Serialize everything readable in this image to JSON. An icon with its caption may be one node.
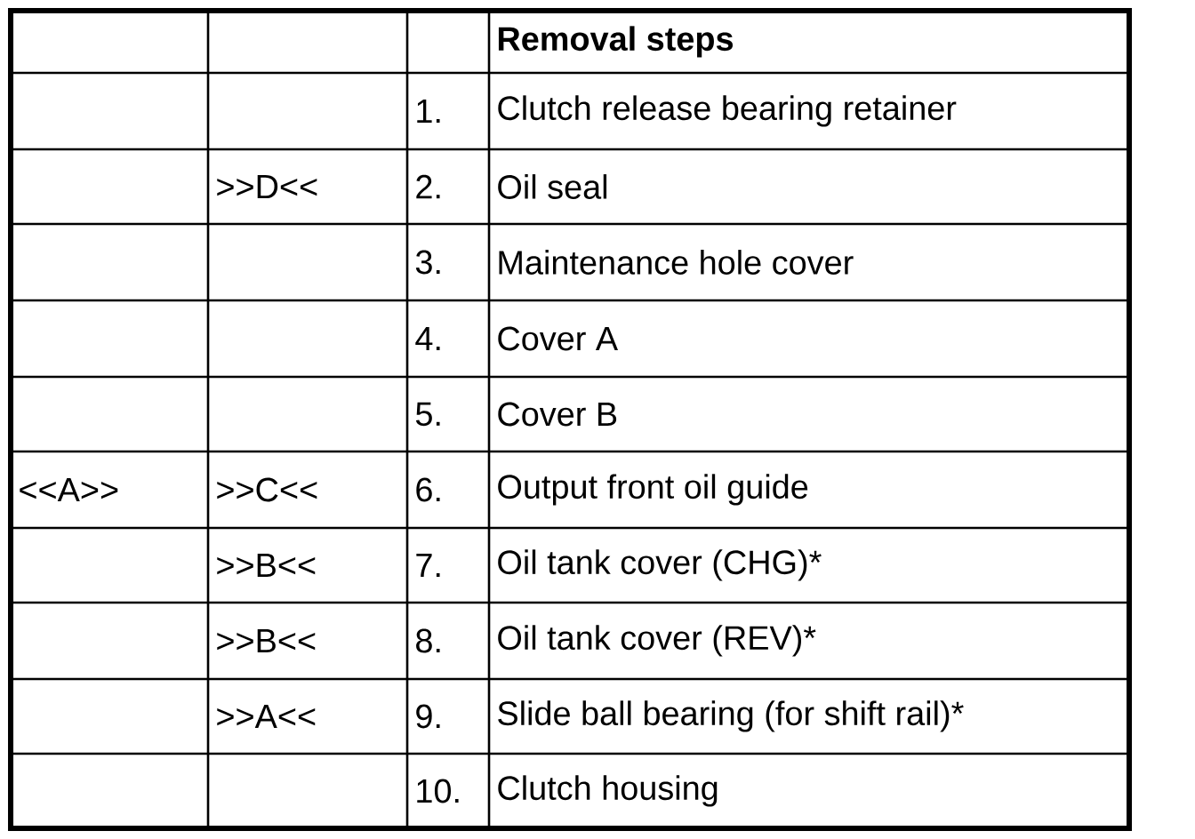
{
  "diagram": {
    "labels": [
      "Removal steps",
      "1.",
      "Clutch release bearing retainer",
      ">>D<<",
      "2.",
      "Oil seal",
      "3.",
      "Maintenance hole cover",
      "4.",
      "Cover A",
      "5.",
      "Cover B",
      "<<A>>",
      ">>C<<",
      "6.",
      "Output front oil guide",
      ">>B<<",
      "7.",
      "Oil tank cover (CHG)*",
      ">>B<<",
      "8.",
      "Oil tank cover (REV)*",
      ">>A<<",
      "9.",
      "Slide ball bearing (for shift rail)*",
      "10.",
      "Clutch housing"
    ]
  }
}
